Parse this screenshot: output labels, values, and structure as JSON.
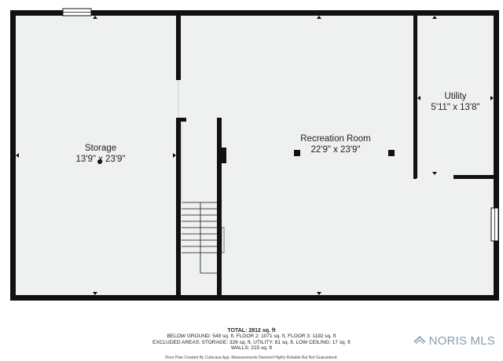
{
  "rooms": {
    "storage": {
      "name": "Storage",
      "dims": "13'9\" x 23'9\""
    },
    "recreation": {
      "name": "Recreation Room",
      "dims": "22'9\" x 23'9\""
    },
    "utility": {
      "name": "Utility",
      "dims": "5'11\" x 13'8\""
    }
  },
  "footer": {
    "total": "TOTAL: 2812 sq. ft",
    "line1": "BELOW GROUND: 549 sq. ft, FLOOR 2: 1071 sq. ft, FLOOR 3: 1192 sq. ft",
    "line2": "EXCLUDED AREAS: STORAGE: 326 sq. ft, UTILITY: 81 sq. ft, LOW CEILING: 17 sq. ft",
    "line3": "WALLS: 215 sq. ft",
    "disclaimer": "Floor Plan Created By Cubicasa App. Measurements Deemed Highly Reliable But Not Guaranteed."
  },
  "logo": {
    "text": "NORIS MLS"
  },
  "colors": {
    "wall": "#111111",
    "floor": "#eff0f0",
    "logo": "#8a9aa8"
  }
}
